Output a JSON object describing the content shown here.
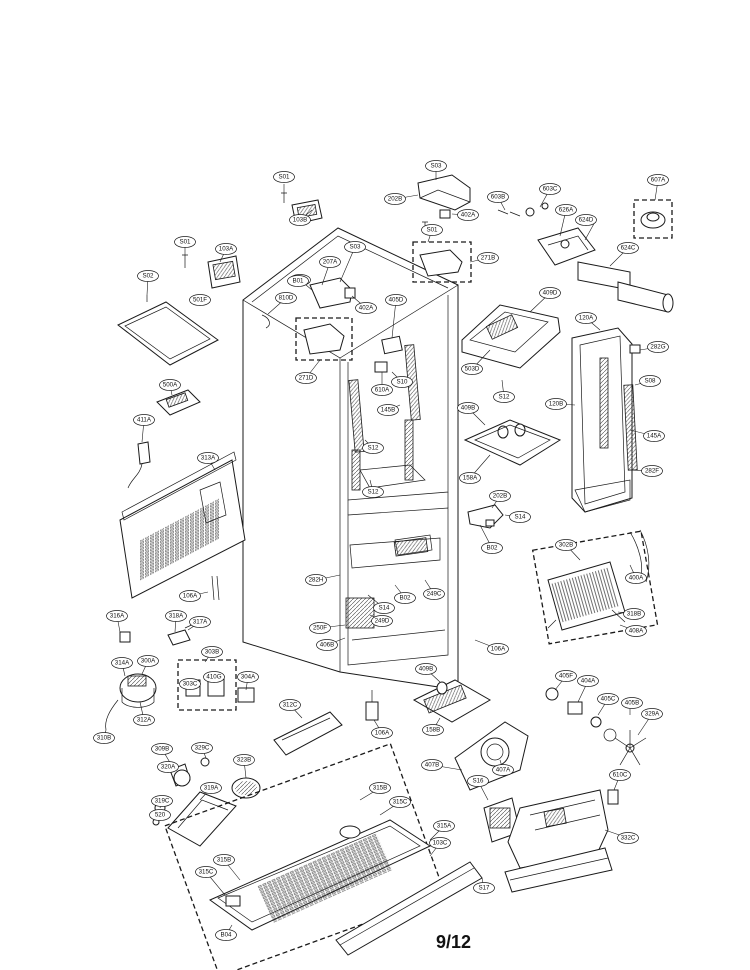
{
  "page": {
    "number": "9/12"
  },
  "labels": [
    "S01",
    "103B",
    "S03",
    "202B",
    "402A",
    "603B",
    "603C",
    "607A",
    "S01",
    "626A",
    "624D",
    "S01",
    "103A",
    "S03",
    "207A",
    "S01",
    "271B",
    "624C",
    "S02",
    "B01",
    "810D",
    "402A",
    "405D",
    "409D",
    "501F",
    "271D",
    "610A",
    "S10",
    "503D",
    "120A",
    "282G",
    "S12",
    "500A",
    "145B",
    "409B",
    "120B",
    "S08",
    "411A",
    "S12",
    "145A",
    "S12",
    "313A",
    "158A",
    "282F",
    "202B",
    "S14",
    "B02",
    "302B",
    "282H",
    "106A",
    "B02",
    "249C",
    "400A",
    "316A",
    "318A",
    "S14",
    "318B",
    "317A",
    "250F",
    "249D",
    "408A",
    "406B",
    "106A",
    "314A",
    "300A",
    "303B",
    "409B",
    "405F",
    "404A",
    "303C",
    "410G",
    "304A",
    "405C",
    "405B",
    "312C",
    "329A",
    "312A",
    "106A",
    "158B",
    "310B",
    "407B",
    "407A",
    "309B",
    "329C",
    "320A",
    "323B",
    "S16",
    "610C",
    "319A",
    "319C",
    "315B",
    "315C",
    "520",
    "315A",
    "332C",
    "103C",
    "315B",
    "315C",
    "S17",
    "B04"
  ]
}
